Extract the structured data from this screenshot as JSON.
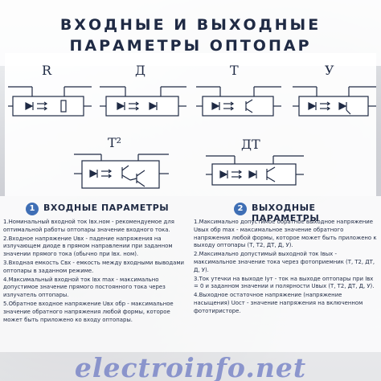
{
  "title": {
    "line1": "ВХОДНЫЕ И ВЫХОДНЫЕ",
    "line2": "ПАРАМЕТРЫ ОПТОПАР"
  },
  "diagrams": {
    "r": "R",
    "d": "Д",
    "t": "Т",
    "u": "У",
    "t2": "Т²",
    "dt": "ДТ"
  },
  "sections": {
    "input": {
      "number": "1",
      "title": "ВХОДНЫЕ ПАРАМЕТРЫ",
      "items": [
        "1.Номинальный входной ток Iвх.ном - рекомендуемое для оптимальной работы оптопары значение входного тока.",
        "2.Входное напряжение Uвх - падение напряжения на излучающем диоде в прямом направлении при заданном значении прямого тока (обычно при Iвх. ном).",
        "3.Входная емкость Свх - емкость между входными выводами оптопары в заданном режиме.",
        "4.Максимальный входной ток Iвх max - максимально допустимое значение прямого постоянного тока через излучатель оптопары.",
        "5.Обратное входное напряжение Uвх обр - максимальное значение обратного напряжения любой формы, которое может быть приложено ко входу оптопары."
      ]
    },
    "output": {
      "number": "2",
      "title": "ВЫХОДНЫЕ ПАРАМЕТРЫ",
      "items": [
        "1.Максимально допустимое обратное выходное напряжение Uвых обр max - максимальное значение обратного напряжения любой формы, которое может быть приложено к выходу оптопары (Т, Т2, ДТ, Д, У).",
        "2.Максимально допустимый выходной ток Iвых - максимальное значение тока через фотоприемник (Т, Т2, ДТ, Д, У).",
        "3.Ток утечки на выходе Iут - ток на выходе оптопары при Iвх = 0 и заданном значении и полярности Uвых (Т, Т2, ДТ, Д, У).",
        "4.Выходное остаточное напряжение (напряжение насыщения) Uост - значение напряжения на включенном фототиристоре."
      ]
    }
  },
  "watermark": "electroinfo.net",
  "colors": {
    "title": "#1f2a44",
    "accent": "#3f6fb5",
    "watermark": "#6e7bc4"
  }
}
